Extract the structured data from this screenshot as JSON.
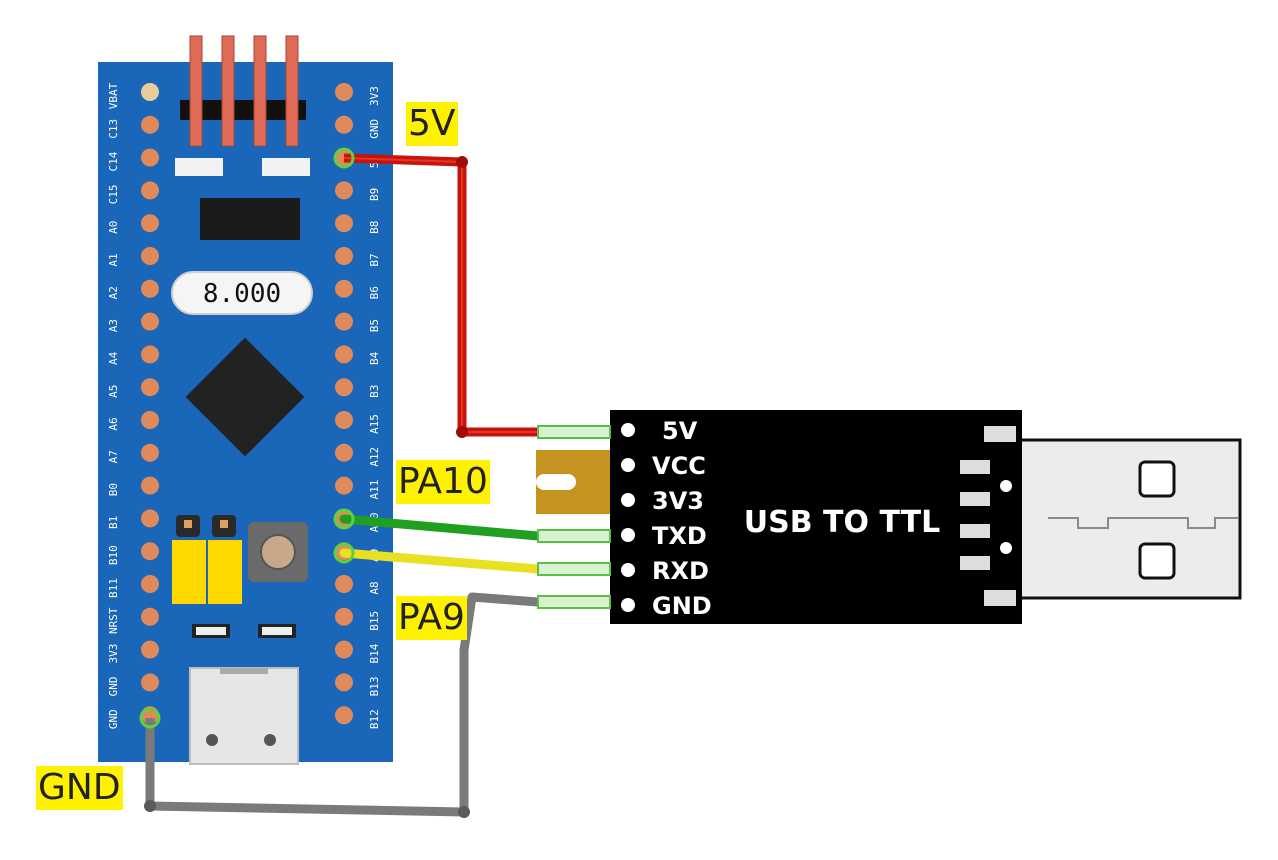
{
  "board": {
    "left_pins": [
      "VBAT",
      "C13",
      "C14",
      "C15",
      "A0",
      "A1",
      "A2",
      "A3",
      "A4",
      "A5",
      "A6",
      "A7",
      "B0",
      "B1",
      "B10",
      "B11",
      "NRST",
      "3V3",
      "GND",
      "GND"
    ],
    "right_pins": [
      "3V3",
      "GND",
      "5V",
      "B9",
      "B8",
      "B7",
      "B6",
      "B5",
      "B4",
      "B3",
      "A15",
      "A12",
      "A11",
      "A10",
      "A9",
      "A8",
      "B15",
      "B14",
      "B13",
      "B12"
    ],
    "crystal_label": "8.000"
  },
  "module": {
    "title": "USB TO TTL",
    "pins": [
      "5V",
      "VCC",
      "3V3",
      "TXD",
      "RXD",
      "GND"
    ]
  },
  "callouts": {
    "v5": "5V",
    "pa10": "PA10",
    "pa9": "PA9",
    "gnd": "GND"
  },
  "colors": {
    "board_blue": "#1a66b8",
    "pad": "#e08a5b",
    "wire_5v": "#c8120c",
    "wire_txd": "#20a020",
    "wire_rxd": "#e8e020",
    "wire_gnd": "#7a7a7a",
    "label_bg": "#fff200"
  }
}
